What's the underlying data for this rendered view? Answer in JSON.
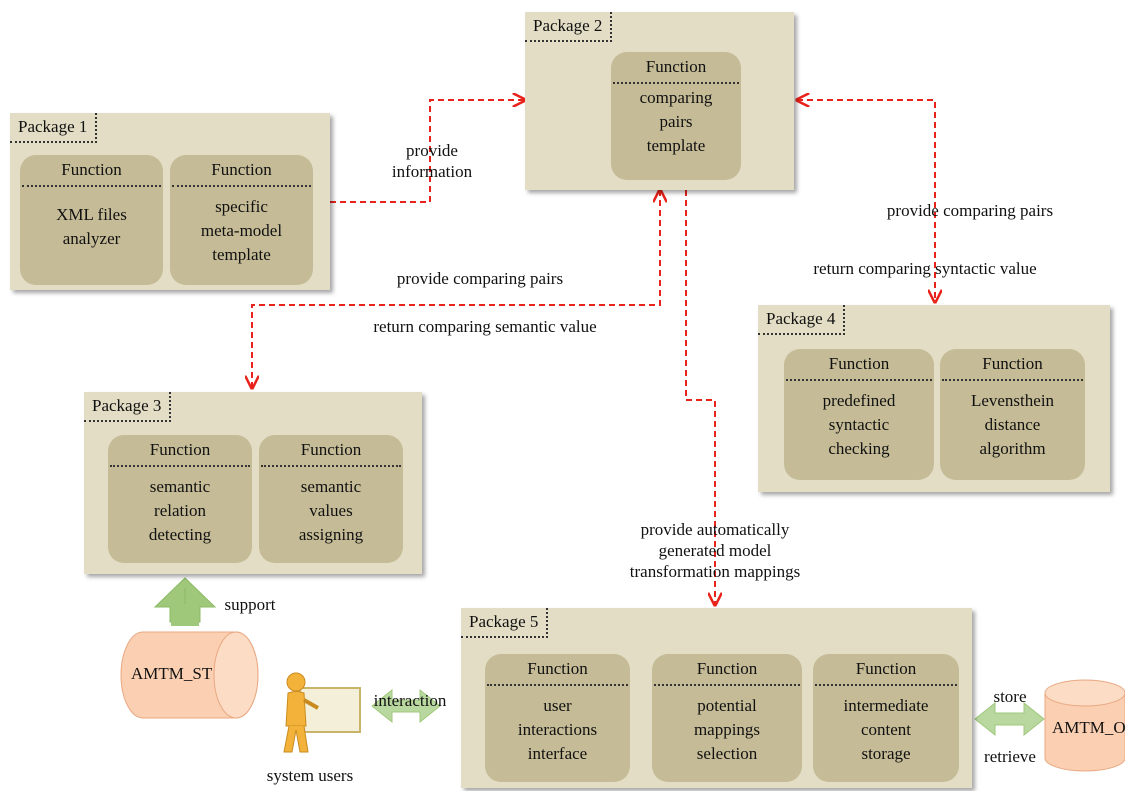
{
  "packages": {
    "p1": {
      "title": "Package 1",
      "functions": [
        {
          "head": "Function",
          "body": "XML files\nanalyzer"
        },
        {
          "head": "Function",
          "body": "specific\nmeta-model\ntemplate"
        }
      ]
    },
    "p2": {
      "title": "Package 2",
      "functions": [
        {
          "head": "Function",
          "body": "comparing\npairs\ntemplate"
        }
      ]
    },
    "p3": {
      "title": "Package 3",
      "functions": [
        {
          "head": "Function",
          "body": "semantic\nrelation\ndetecting"
        },
        {
          "head": "Function",
          "body": "semantic\nvalues\nassigning"
        }
      ]
    },
    "p4": {
      "title": "Package 4",
      "functions": [
        {
          "head": "Function",
          "body": "predefined\nsyntactic\nchecking"
        },
        {
          "head": "Function",
          "body": "Levensthein\ndistance\nalgorithm"
        }
      ]
    },
    "p5": {
      "title": "Package 5",
      "functions": [
        {
          "head": "Function",
          "body": "user\ninteractions\ninterface"
        },
        {
          "head": "Function",
          "body": "potential\nmappings\nselection"
        },
        {
          "head": "Function",
          "body": "intermediate\ncontent\nstorage"
        }
      ]
    }
  },
  "labels": {
    "provide_information": "provide\ninformation",
    "provide_pairs_left": "provide comparing pairs",
    "return_semantic": "return comparing semantic value",
    "provide_pairs_right": "provide comparing pairs",
    "return_syntactic": "return comparing syntactic value",
    "provide_auto": "provide automatically\ngenerated model\ntransformation mappings",
    "support": "support",
    "interaction": "interaction",
    "store": "store",
    "retrieve": "retrieve",
    "system_users": "system users"
  },
  "databases": {
    "st": "AMTM_ST",
    "o": "AMTM_O"
  },
  "colors": {
    "package_bg": "#e2ddc4",
    "function_bg": "#c5bc97",
    "connector": "#e8231c",
    "support_arrow": "#9fc87a",
    "database": "#fbd0b2"
  }
}
